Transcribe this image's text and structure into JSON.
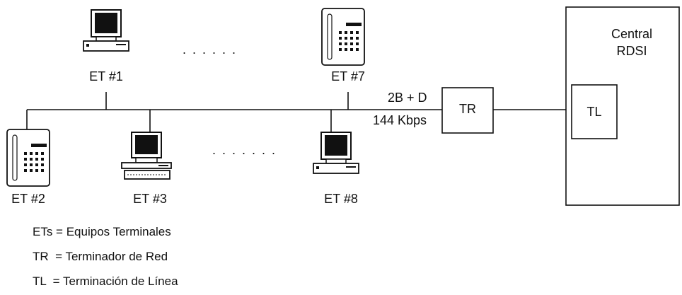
{
  "terminals": {
    "et1": "ET #1",
    "et2": "ET #2",
    "et3": "ET #3",
    "et7": "ET #7",
    "et8": "ET #8"
  },
  "ellipsis_top": ". . . . . .",
  "ellipsis_bottom": ". . . . . . .",
  "line_channel": "2B + D",
  "line_rate": "144 Kbps",
  "tr_label": "TR",
  "tl_label": "TL",
  "central": {
    "line1": "Central",
    "line2": "RDSI"
  },
  "legend": [
    "ETs = Equipos Terminales",
    "TR  = Terminador de Red",
    "TL  = Terminación de Línea"
  ],
  "icons": [
    "computer-icon",
    "telephone-icon"
  ]
}
